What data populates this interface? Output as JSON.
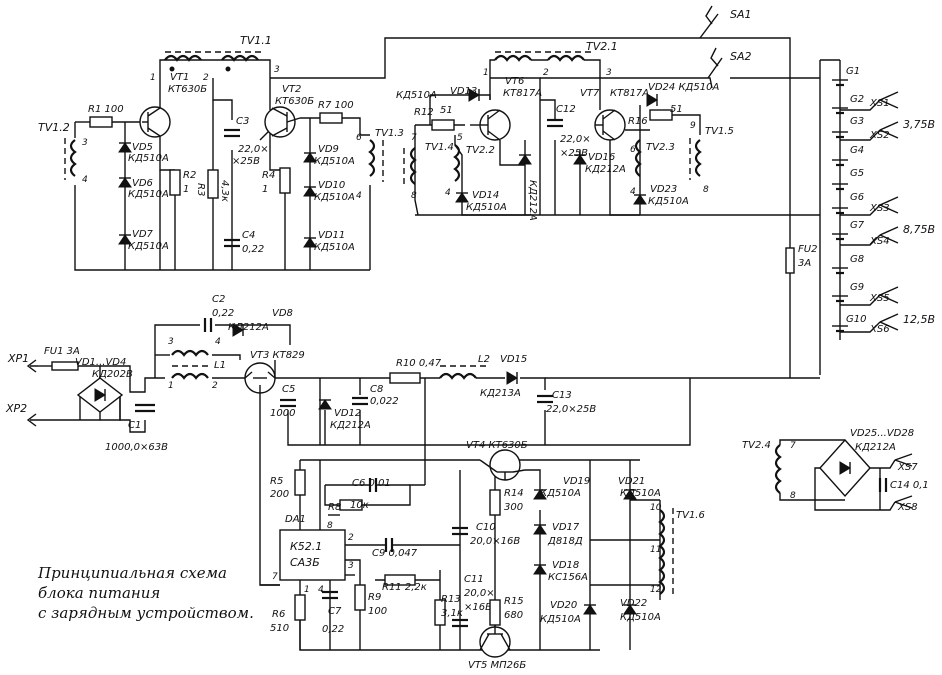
{
  "caption": [
    "Принципиальная схема",
    "блока питания",
    "с зарядным устройством."
  ],
  "labels": {
    "TV1_1": "TV1.1",
    "TV1_2": "TV1.2",
    "TV1_3": "TV1.3",
    "TV1_4": "TV1.4",
    "TV1_5": "TV1.5",
    "TV1_6": "TV1.6",
    "TV2_1": "TV2.1",
    "TV2_2": "TV2.2",
    "TV2_3": "TV2.3",
    "TV2_4": "TV2.4",
    "SA1": "SA1",
    "SA2": "SA2",
    "VT1": "VT1",
    "VT1_t": "КТ630Б",
    "VT2": "VT2",
    "VT2_t": "КТ630Б",
    "VT6": "VT6",
    "VT6_t": "КТ817А",
    "VT7": "VT7",
    "VT7_t": "КТ817А",
    "VT3": "VT3 КТ829",
    "VT4": "VT4 КТ630Б",
    "VT5": "VT5 МП26Б",
    "R1": "R1 100",
    "R2": "R2",
    "R2v": "1",
    "R3": "R3",
    "R3v": "4,3к",
    "R4": "R4",
    "R4v": "1",
    "R7": "R7 100",
    "R12": "R12",
    "R12v": "51",
    "R16": "R16",
    "R16v": "51",
    "R10": "R10 0,47",
    "R5": "R5",
    "R5v": "200",
    "R6": "R6",
    "R6v": "510",
    "R8": "R8",
    "R8v": "10к",
    "R9": "R9",
    "R9v": "100",
    "R11": "R11 2,2к",
    "R13": "R13",
    "R13v": "3,1к",
    "R14": "R14",
    "R14v": "300",
    "R15": "R15",
    "R15v": "680",
    "C1": "C1",
    "C1v": "1000,0×63В",
    "C2": "C2",
    "C2v": "0,22",
    "C3": "C3",
    "C3v1": "22,0×",
    "C3v2": "×25В",
    "C4": "C4",
    "C4v": "0,22",
    "C5": "C5",
    "C5v": "1000",
    "C6": "C6 0,01",
    "C7": "C7",
    "C7v": "0,22",
    "C8": "C8",
    "C8v": "0,022",
    "C9": "C9 0,047",
    "C10": "C10",
    "C10v": "20,0×16В",
    "C11": "C11",
    "C11v1": "20,0×",
    "C11v2": "×16В",
    "C12": "C12",
    "C12v1": "22,0×",
    "C12v2": "×25В",
    "C13": "C13",
    "C13v": "22,0×25В",
    "C14": "C14 0,1",
    "VD1_4": "VD1...VD4",
    "VD1_4t": "КД202В",
    "VD5": "VD5",
    "VD5t": "КД510А",
    "VD6": "VD6",
    "VD6t": "КД510А",
    "VD7": "VD7",
    "VD7t": "КД510А",
    "VD8": "VD8",
    "VD8t": "КД212А",
    "VD9": "VD9",
    "VD9t": "КД510А",
    "VD10": "VD10",
    "VD10t": "КД510А",
    "VD11": "VD11",
    "VD11t": "КД510А",
    "VD12": "VD12",
    "VD12t": "КД212А",
    "VD13": "VD13",
    "VD13t": "КД510А",
    "VD14": "VD14",
    "VD14t": "КД510А",
    "VD15": "VD15",
    "VD15t": "КД213А",
    "VD16": "VD16",
    "VD16t": "КД212А",
    "VD17": "VD17",
    "VD17t": "Д818Д",
    "VD18": "VD18",
    "VD18t": "КС156А",
    "VD19": "VD19",
    "VD19t": "КД510А",
    "VD20": "VD20",
    "VD20t": "КД510А",
    "VD21": "VD21",
    "VD21t": "КД510А",
    "VD22": "VD22",
    "VD22t": "КД510А",
    "VD23": "VD23",
    "VD23t": "КД510А",
    "VD24": "VD24 КД510А",
    "VD25_28": "VD25...VD28",
    "VD25_28t": "КД212А",
    "VD_KD212A": "КД212А",
    "DA1": "DA1",
    "DA1t1": "К52.1",
    "DA1t2": "СА3Б",
    "FU1": "FU1 3А",
    "FU2": "FU2",
    "FU2v": "3А",
    "L1": "L1",
    "L2": "L2",
    "XP1": "XP1",
    "XP2": "XP2",
    "XS1": "XS1",
    "XS2": "XS2",
    "XS3": "XS3",
    "XS4": "XS4",
    "XS5": "XS5",
    "XS6": "XS6",
    "XS7": "XS7",
    "XS8": "XS8",
    "V375": "3,75В",
    "V875": "8,75В",
    "V125": "12,5В",
    "G1": "G1",
    "G2": "G2",
    "G3": "G3",
    "G4": "G4",
    "G5": "G5",
    "G6": "G6",
    "G7": "G7",
    "G8": "G8",
    "G9": "G9",
    "G10": "G10"
  },
  "pins": {
    "p1": "1",
    "p2": "2",
    "p3": "3",
    "p4": "4",
    "p5": "5",
    "p6": "6",
    "p7": "7",
    "p8": "8",
    "p9": "9",
    "p10": "10",
    "p11": "11",
    "p12": "12"
  }
}
